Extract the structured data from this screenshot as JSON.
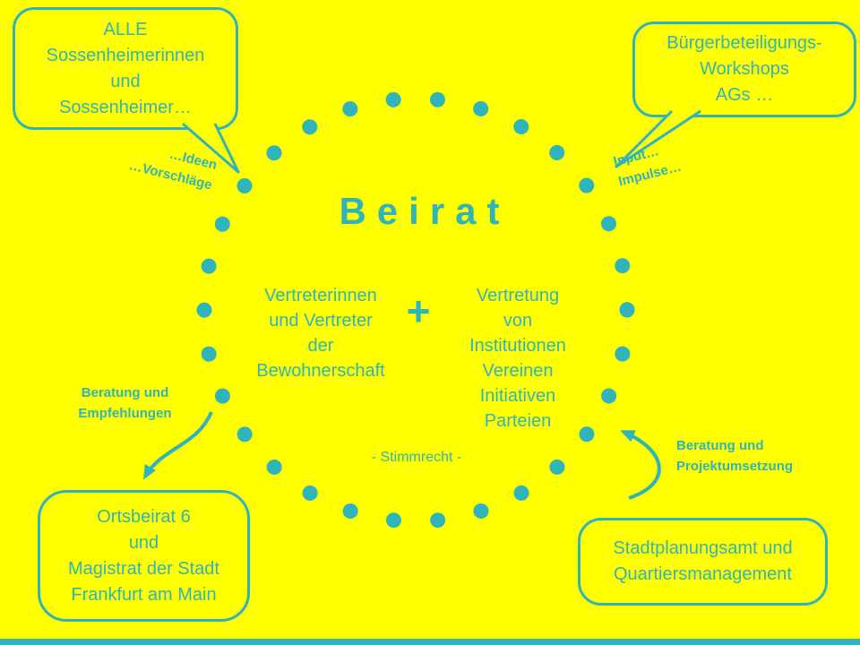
{
  "colors": {
    "background": "#FFFF00",
    "accent": "#2FB4BC"
  },
  "circle": {
    "title": "Beirat",
    "left_group": {
      "lines": [
        "Vertreterinnen",
        "und Vertreter",
        "der",
        "Bewohnerschaft"
      ]
    },
    "plus": "+",
    "right_group": {
      "lines": [
        "Vertretung",
        "von",
        "Institutionen",
        "Vereinen",
        "Initiativen",
        "Parteien"
      ]
    },
    "voting_note": "- Stimmrecht -"
  },
  "bubbles": {
    "top_left": {
      "lines": [
        "ALLE",
        "Sossenheimerinnen",
        "und",
        "Sossenheimer…"
      ]
    },
    "top_right": {
      "lines": [
        "Bürgerbeteiligungs-",
        "Workshops",
        "AGs …"
      ]
    },
    "bottom_left": {
      "lines": [
        "Ortsbeirat 6",
        "und",
        "Magistrat der Stadt",
        "Frankfurt am Main"
      ]
    },
    "bottom_right": {
      "lines": [
        "Stadtplanungsamt und",
        "Quartiersmanagement"
      ]
    }
  },
  "annotations": {
    "ideas": {
      "lines": [
        "…Ideen",
        "…Vorschläge"
      ]
    },
    "input": {
      "lines": [
        "Input…",
        "Impulse…"
      ]
    },
    "advice_left": {
      "lines": [
        "Beratung und",
        "Empfehlungen"
      ]
    },
    "advice_right": {
      "lines": [
        "Beratung und",
        "Projektumsetzung"
      ]
    }
  }
}
